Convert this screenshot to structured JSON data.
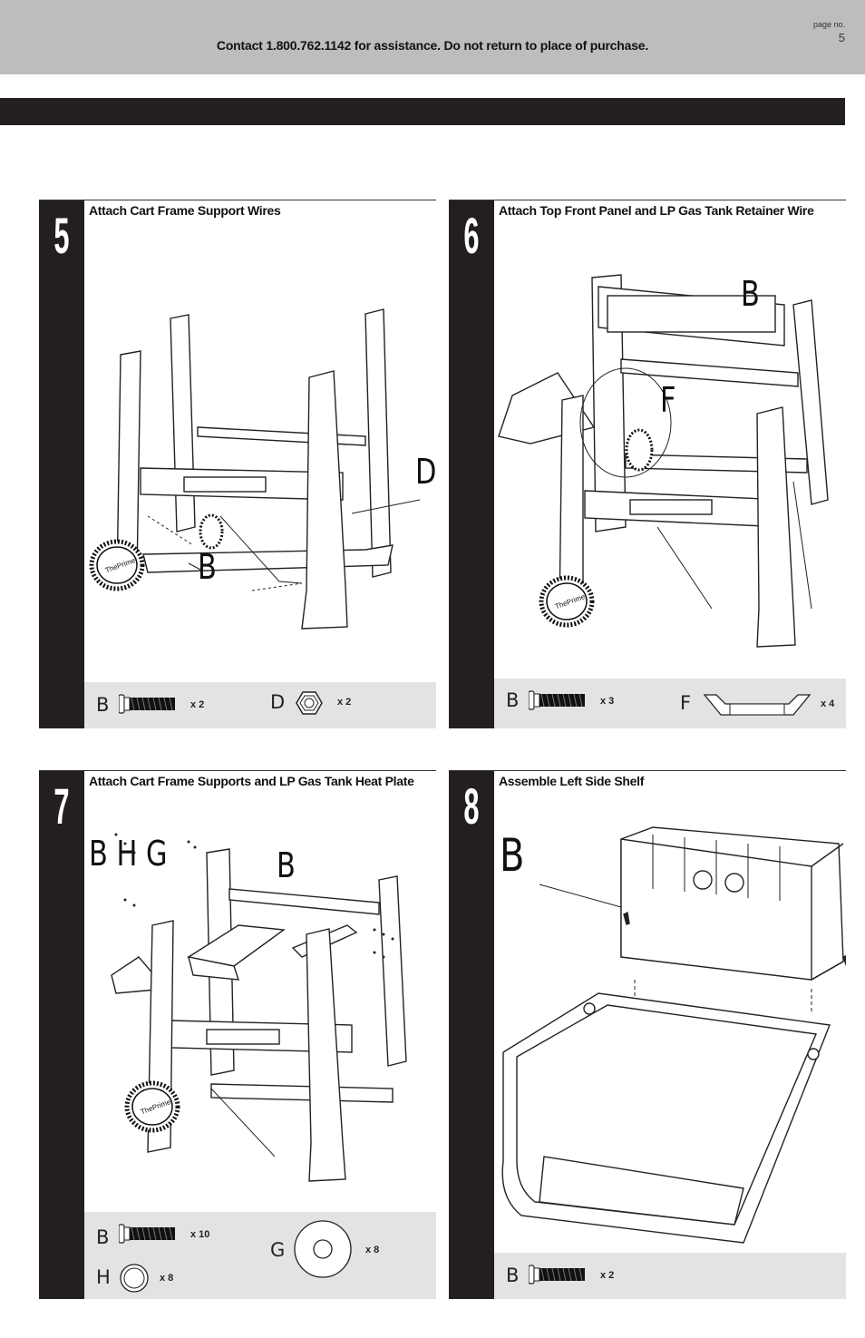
{
  "header": {
    "contact": "Contact 1.800.762.1142 for assistance. Do not return to place of purchase.",
    "page_label": "page no.",
    "page_number": "5"
  },
  "steps": [
    {
      "number": "5",
      "title": "Attach Cart Frame Support Wires",
      "callouts": [
        "D",
        "B"
      ],
      "parts": [
        {
          "letter": "B",
          "qty": "x 2"
        },
        {
          "letter": "D",
          "qty": "x 2"
        }
      ]
    },
    {
      "number": "6",
      "title": "Attach Top Front Panel and LP Gas Tank Retainer Wire",
      "callouts": [
        "B",
        "F"
      ],
      "parts": [
        {
          "letter": "B",
          "qty": "x 3"
        },
        {
          "letter": "F",
          "qty": "x 4"
        }
      ]
    },
    {
      "number": "7",
      "title": "Attach Cart Frame Supports and LP Gas Tank Heat Plate",
      "callouts": [
        "B H G",
        "B"
      ],
      "parts": [
        {
          "letter": "B",
          "qty": "x 10"
        },
        {
          "letter": "G",
          "qty": "x 8"
        },
        {
          "letter": "H",
          "qty": "x 8"
        }
      ]
    },
    {
      "number": "8",
      "title": "Assemble Left Side Shelf",
      "callouts": [
        "B"
      ],
      "parts": [
        {
          "letter": "B",
          "qty": "x 2"
        }
      ]
    }
  ]
}
